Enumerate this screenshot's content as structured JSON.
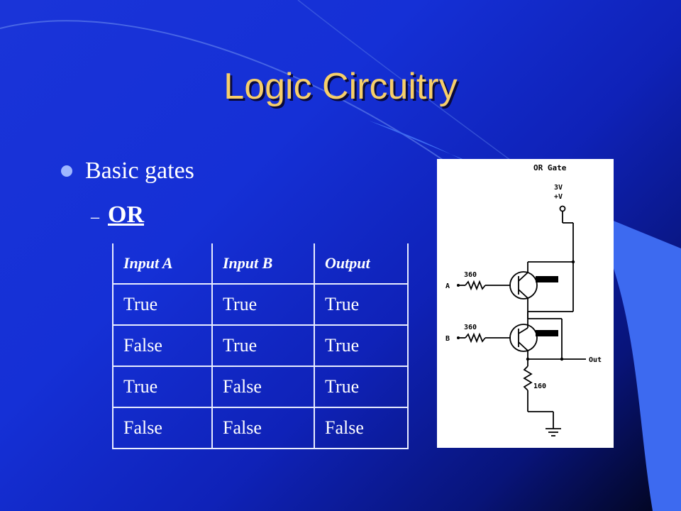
{
  "slide": {
    "title": "Logic Circuitry",
    "bullet": "Basic gates",
    "sub_dash": "–",
    "sub_item": "OR"
  },
  "truth_table": {
    "headers": [
      "Input A",
      "Input B",
      "Output"
    ],
    "rows": [
      [
        "True",
        "True",
        "True"
      ],
      [
        "False",
        "True",
        "True"
      ],
      [
        "True",
        "False",
        "True"
      ],
      [
        "False",
        "False",
        "False"
      ]
    ]
  },
  "schematic": {
    "title": "OR Gate",
    "supply_top": "3V",
    "supply_bottom": "+V",
    "input_a_label": "A",
    "input_b_label": "B",
    "resistor_a": "360",
    "resistor_b": "360",
    "transistor_a": "NPN",
    "transistor_b": "NPN",
    "resistor_out": "160",
    "output_label": "Out"
  },
  "colors": {
    "title": "#f7cf6a",
    "bullet": "#9fb7ff",
    "text": "#ffffff",
    "accent_shape": "#3d6af0"
  }
}
